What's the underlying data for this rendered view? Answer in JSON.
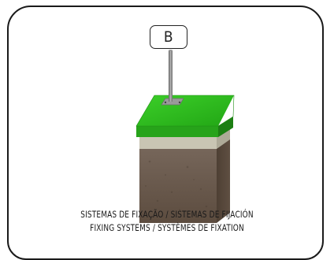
{
  "badge": {
    "letter": "B"
  },
  "caption": {
    "line1": "SISTEMAS DE FIXAÇÃO / SISTEMAS DE FIJACIÓN",
    "line2": "FIXING SYSTEMS / SYSTÈMES DE FIXATION"
  },
  "colors": {
    "turf_top": "#2fbf1f",
    "turf_side": "#1f8a17",
    "sand_layer": "#c7c3b2",
    "soil_front": "#6b5a4c",
    "soil_side": "#574839",
    "rod": "#8a8a8a",
    "frame_border": "#1a1a1a"
  },
  "icons": [
    "ground-anchor-illustration"
  ]
}
